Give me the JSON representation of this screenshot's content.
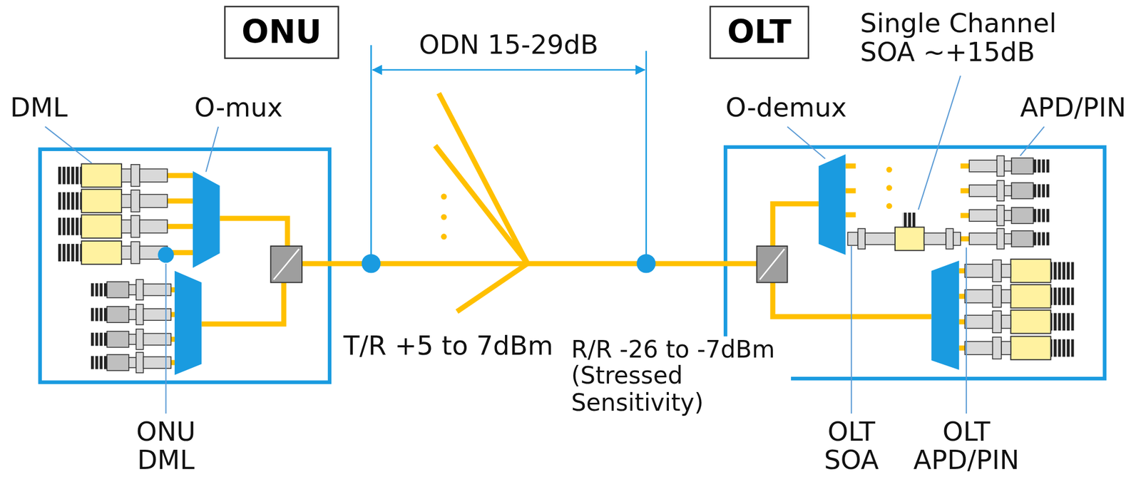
{
  "diagram": {
    "nodes": [
      {
        "text": [
          "ONU"
        ]
      },
      {
        "text": [
          "OLT"
        ]
      }
    ],
    "labels": [
      "ODN 15-29dB",
      "Single Channel SOA ~+15dB",
      "DML",
      "O-mux",
      "O-demux",
      "APD/PIN",
      "T/R +5 to 7dBm",
      "R/R -26 to -7dBm (Stressed Sensitivity)",
      "ONU DML",
      "OLT SOA",
      "OLT APD/PIN"
    ]
  }
}
